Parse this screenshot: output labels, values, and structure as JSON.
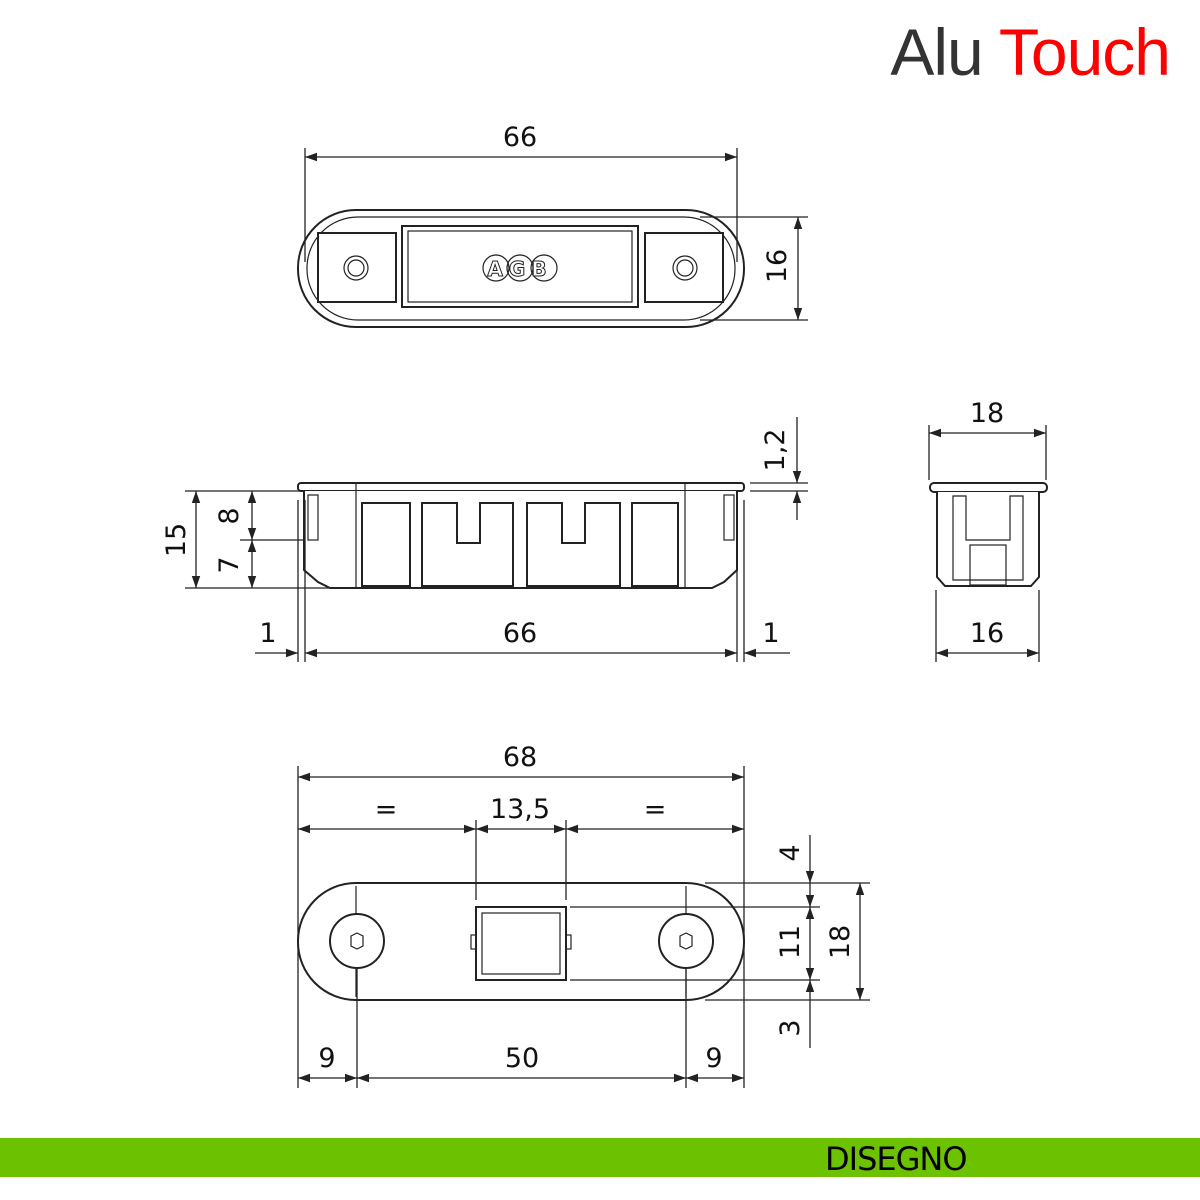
{
  "title": {
    "part1": "Alu",
    "part2": "Touch"
  },
  "footer": {
    "label": "DISEGNO"
  },
  "colors": {
    "accent_red": "#ff0000",
    "footer_green": "#6dc200",
    "title_gray": "#333333"
  },
  "top_view": {
    "logo": "AGB",
    "width": "66",
    "height": "16"
  },
  "side_view": {
    "flange": "1,2",
    "total_height": "15",
    "upper": "8",
    "lower": "7",
    "left_gap": "1",
    "width": "66",
    "right_gap": "1"
  },
  "end_view": {
    "top_width": "18",
    "bottom_width": "16"
  },
  "bottom_view": {
    "total_width": "68",
    "left_equal": "=",
    "center": "13,5",
    "right_equal": "=",
    "top_offset": "4",
    "slot_height": "11",
    "total_height": "18",
    "bottom_offset": "3",
    "left_edge": "9",
    "hole_spacing": "50",
    "right_edge": "9"
  }
}
